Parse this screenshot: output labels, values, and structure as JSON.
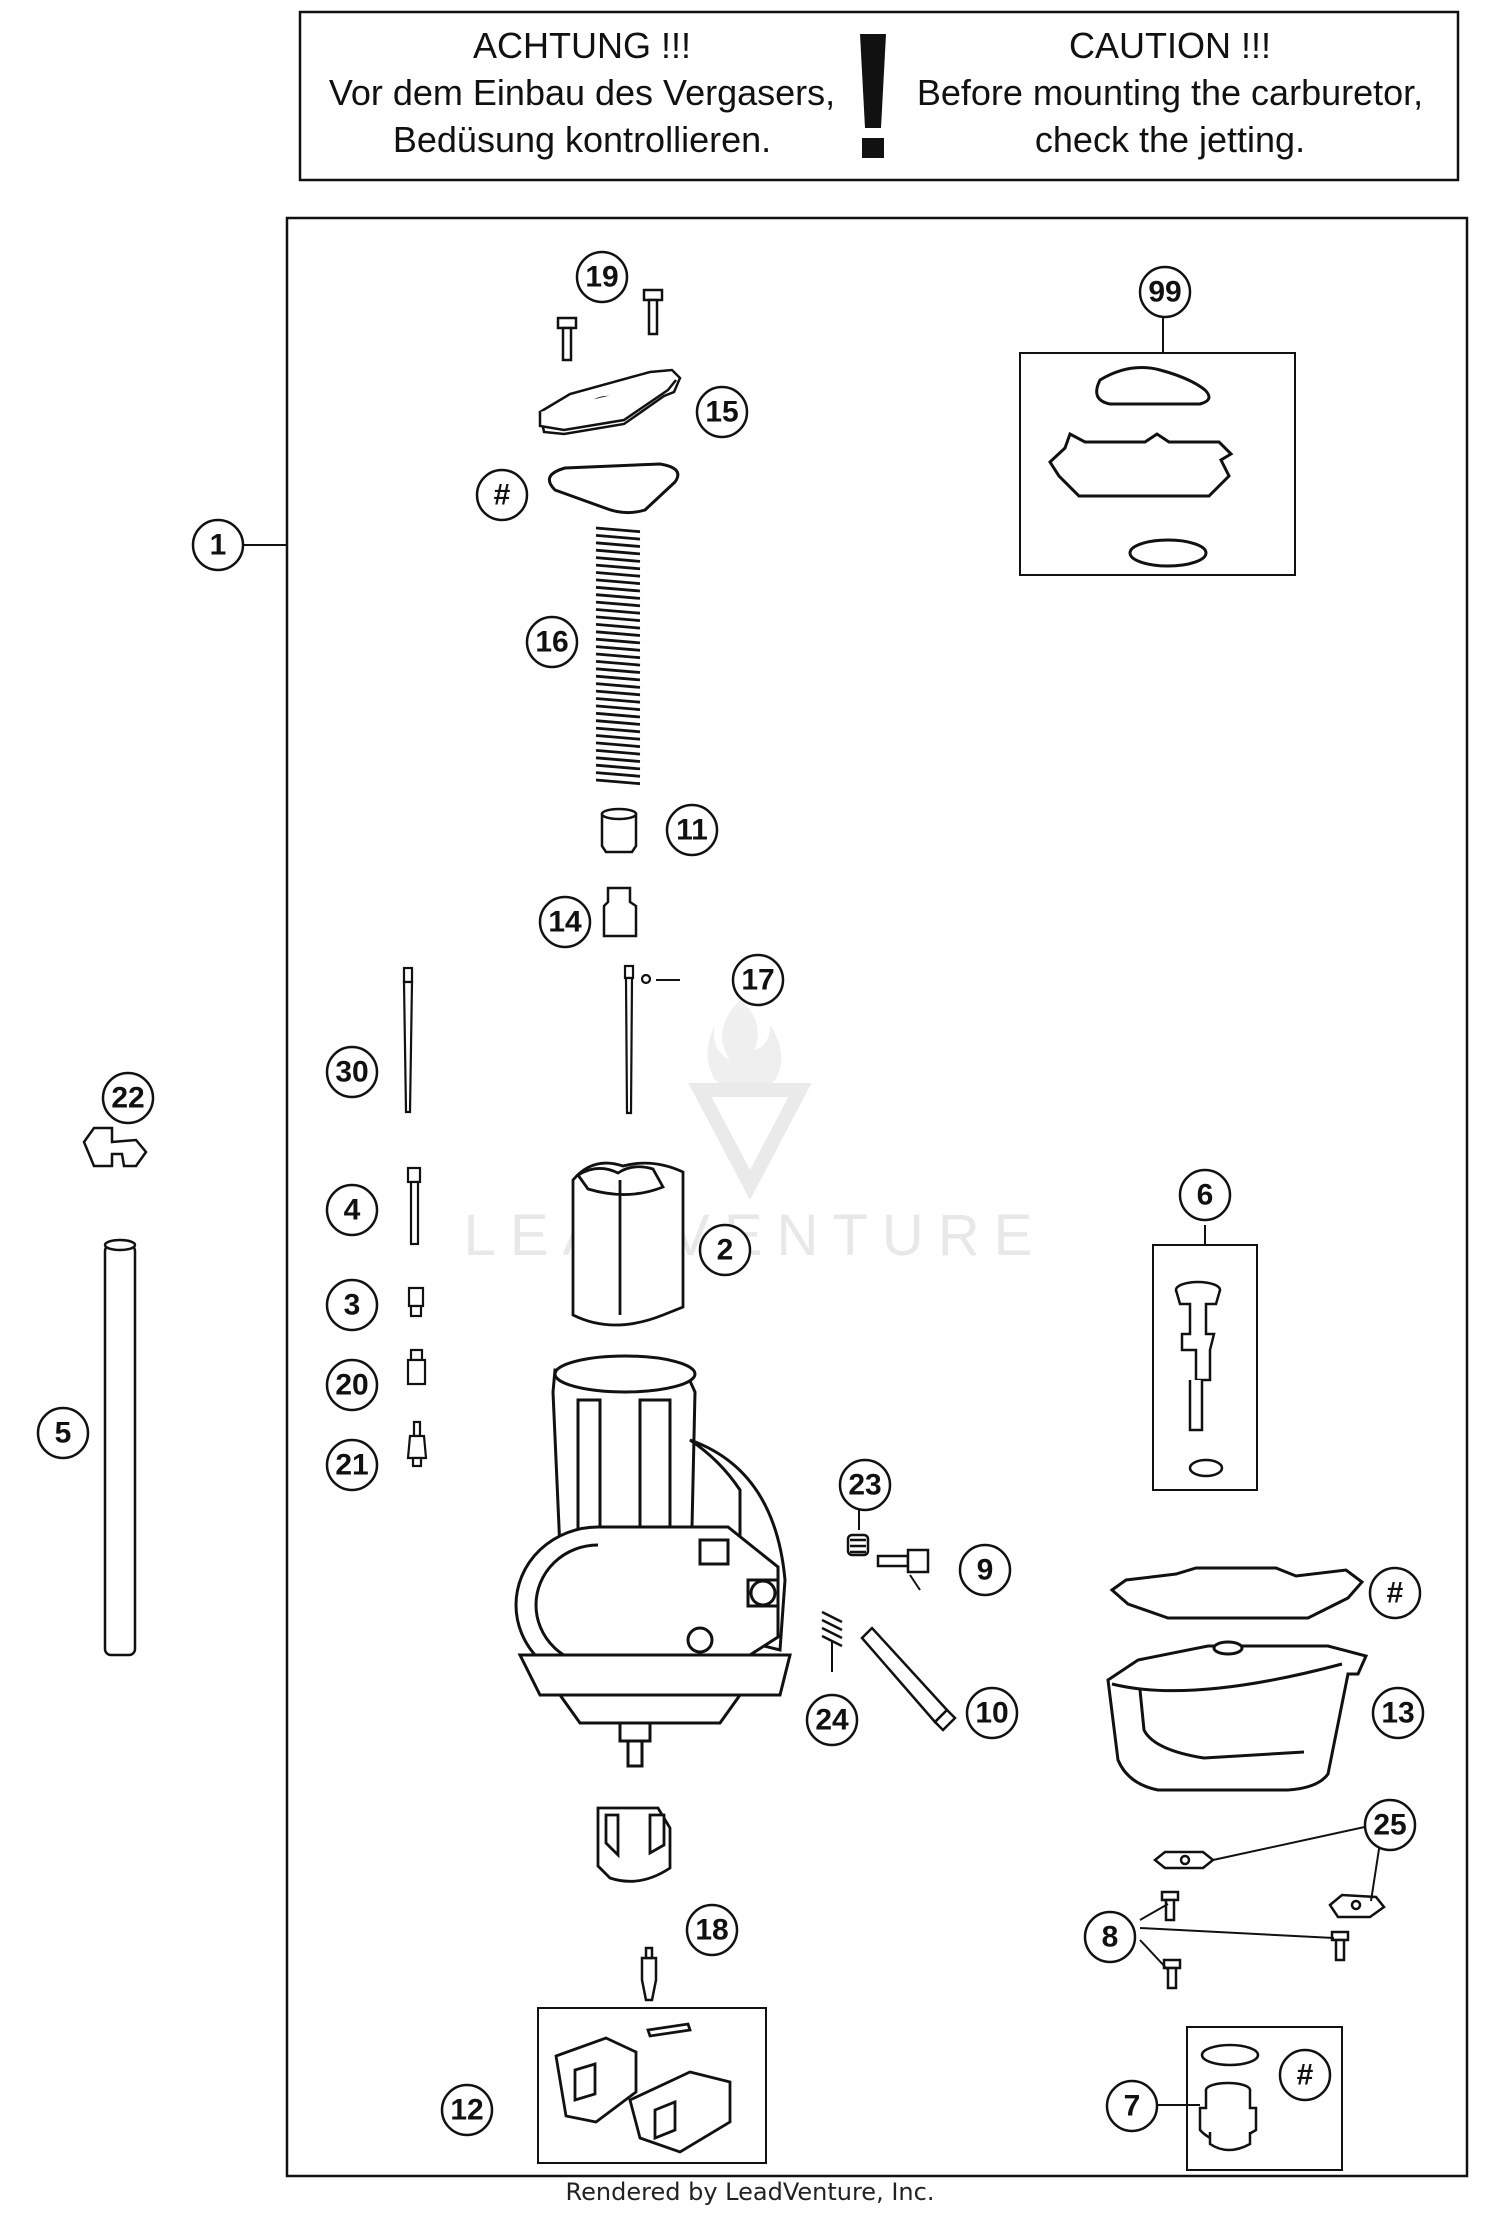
{
  "warning": {
    "german_title": "ACHTUNG !!!",
    "german_line1": "Vor dem Einbau des Vergasers,",
    "german_line2": "Bedüsung kontrollieren.",
    "english_title": "CAUTION !!!",
    "english_line1": "Before mounting the carburetor,",
    "english_line2": "check the jetting."
  },
  "watermark": "LEADVENTURE",
  "callouts": {
    "c1": "1",
    "c2": "2",
    "c3": "3",
    "c4": "4",
    "c5": "5",
    "c6": "6",
    "c7": "7",
    "c8": "8",
    "c9": "9",
    "c10": "10",
    "c11": "11",
    "c12": "12",
    "c13": "13",
    "c14": "14",
    "c15": "15",
    "c16": "16",
    "c17": "17",
    "c18": "18",
    "c19": "19",
    "c20": "20",
    "c21": "21",
    "c22": "22",
    "c23": "23",
    "c24": "24",
    "c25": "25",
    "c30": "30",
    "c99": "99",
    "hash1": "#",
    "hash2": "#",
    "hash3": "#"
  },
  "footer": "Rendered by LeadVenture, Inc."
}
